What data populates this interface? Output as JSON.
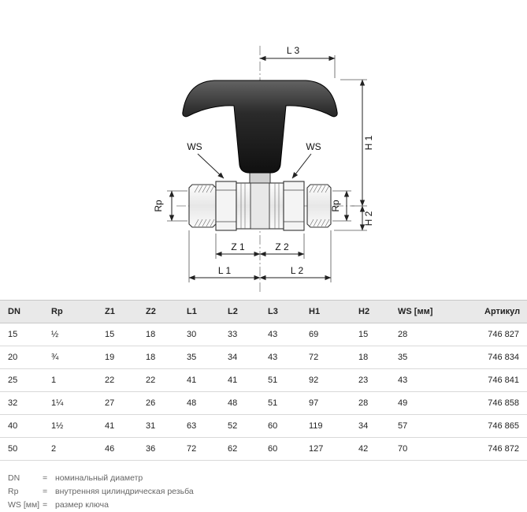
{
  "drawing": {
    "labels": {
      "l3": "L 3",
      "h1": "H 1",
      "h2": "H 2",
      "ws": "WS",
      "rp": "Rp",
      "z1": "Z 1",
      "z2": "Z 2",
      "l1": "L 1",
      "l2": "L 2"
    }
  },
  "table": {
    "headers": [
      "DN",
      "Rp",
      "Z1",
      "Z2",
      "L1",
      "L2",
      "L3",
      "H1",
      "H2",
      "WS [мм]",
      "Артикул"
    ],
    "rows": [
      [
        "15",
        "½",
        "15",
        "18",
        "30",
        "33",
        "43",
        "69",
        "15",
        "28",
        "746 827"
      ],
      [
        "20",
        "¾",
        "19",
        "18",
        "35",
        "34",
        "43",
        "72",
        "18",
        "35",
        "746 834"
      ],
      [
        "25",
        "1",
        "22",
        "22",
        "41",
        "41",
        "51",
        "92",
        "23",
        "43",
        "746 841"
      ],
      [
        "32",
        "1¼",
        "27",
        "26",
        "48",
        "48",
        "51",
        "97",
        "28",
        "49",
        "746 858"
      ],
      [
        "40",
        "1½",
        "41",
        "31",
        "63",
        "52",
        "60",
        "119",
        "34",
        "57",
        "746 865"
      ],
      [
        "50",
        "2",
        "46",
        "36",
        "72",
        "62",
        "60",
        "127",
        "42",
        "70",
        "746 872"
      ]
    ]
  },
  "footnotes": [
    {
      "term": "DN",
      "eq": "=",
      "desc": "номинальный диаметр"
    },
    {
      "term": "Rp",
      "eq": "=",
      "desc": "внутренняя цилиндрическая резьба"
    },
    {
      "term": "WS [мм]",
      "eq": "=",
      "desc": "размер ключа"
    }
  ],
  "colors": {
    "table_header_bg": "#e9e9e9",
    "drawing_line": "#222222"
  }
}
